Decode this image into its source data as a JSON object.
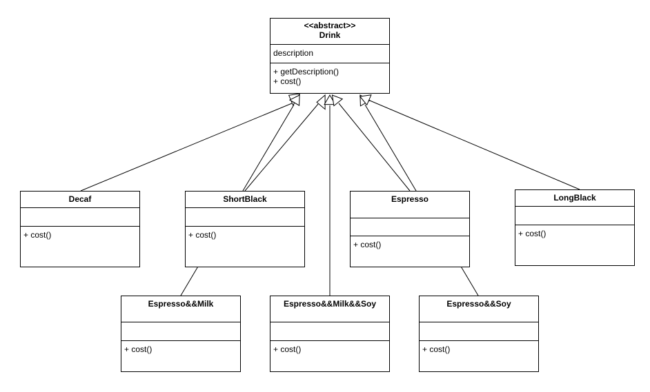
{
  "abstract": {
    "stereotype": "<<abstract>>",
    "name": "Drink",
    "attributes": [
      "description"
    ],
    "operations": [
      "+ getDescription()",
      "+ cost()"
    ]
  },
  "subclasses": [
    {
      "name": "Decaf",
      "operations": [
        "+ cost()"
      ]
    },
    {
      "name": "ShortBlack",
      "operations": [
        "+ cost()"
      ]
    },
    {
      "name": "Espresso",
      "operations": [
        "+ cost()"
      ]
    },
    {
      "name": "LongBlack",
      "operations": [
        "+ cost()"
      ]
    },
    {
      "name": "Espresso&&Milk",
      "operations": [
        "+ cost()"
      ]
    },
    {
      "name": "Espresso&&Milk&&Soy",
      "operations": [
        "+ cost()"
      ]
    },
    {
      "name": "Espresso&&Soy",
      "operations": [
        "+ cost()"
      ]
    }
  ],
  "relations": {
    "type": "generalization",
    "target": "Drink",
    "sources": [
      "Decaf",
      "ShortBlack",
      "Espresso",
      "LongBlack",
      "Espresso&&Milk",
      "Espresso&&Milk&&Soy",
      "Espresso&&Soy"
    ]
  }
}
